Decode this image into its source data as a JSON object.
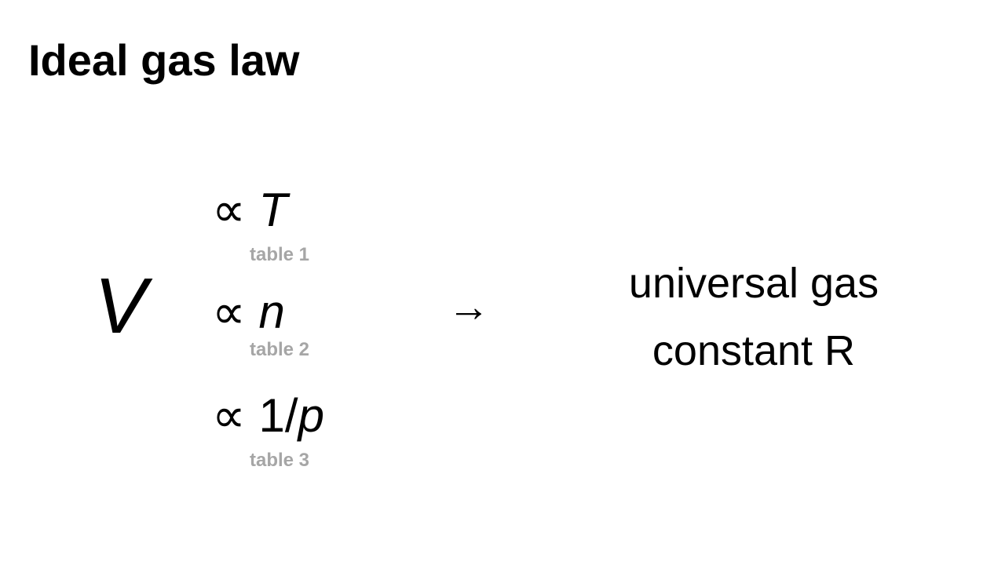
{
  "title": "Ideal gas law",
  "main_variable": "V",
  "proportionality_symbol": "∝",
  "relations": [
    {
      "variable": "T",
      "prefix": "",
      "source": "table 1"
    },
    {
      "variable": "n",
      "prefix": "",
      "source": "table 2"
    },
    {
      "variable": "p",
      "prefix": "1/",
      "source": "table 3"
    }
  ],
  "arrow": "→",
  "result": {
    "line1": "universal gas",
    "line2": "constant R"
  }
}
